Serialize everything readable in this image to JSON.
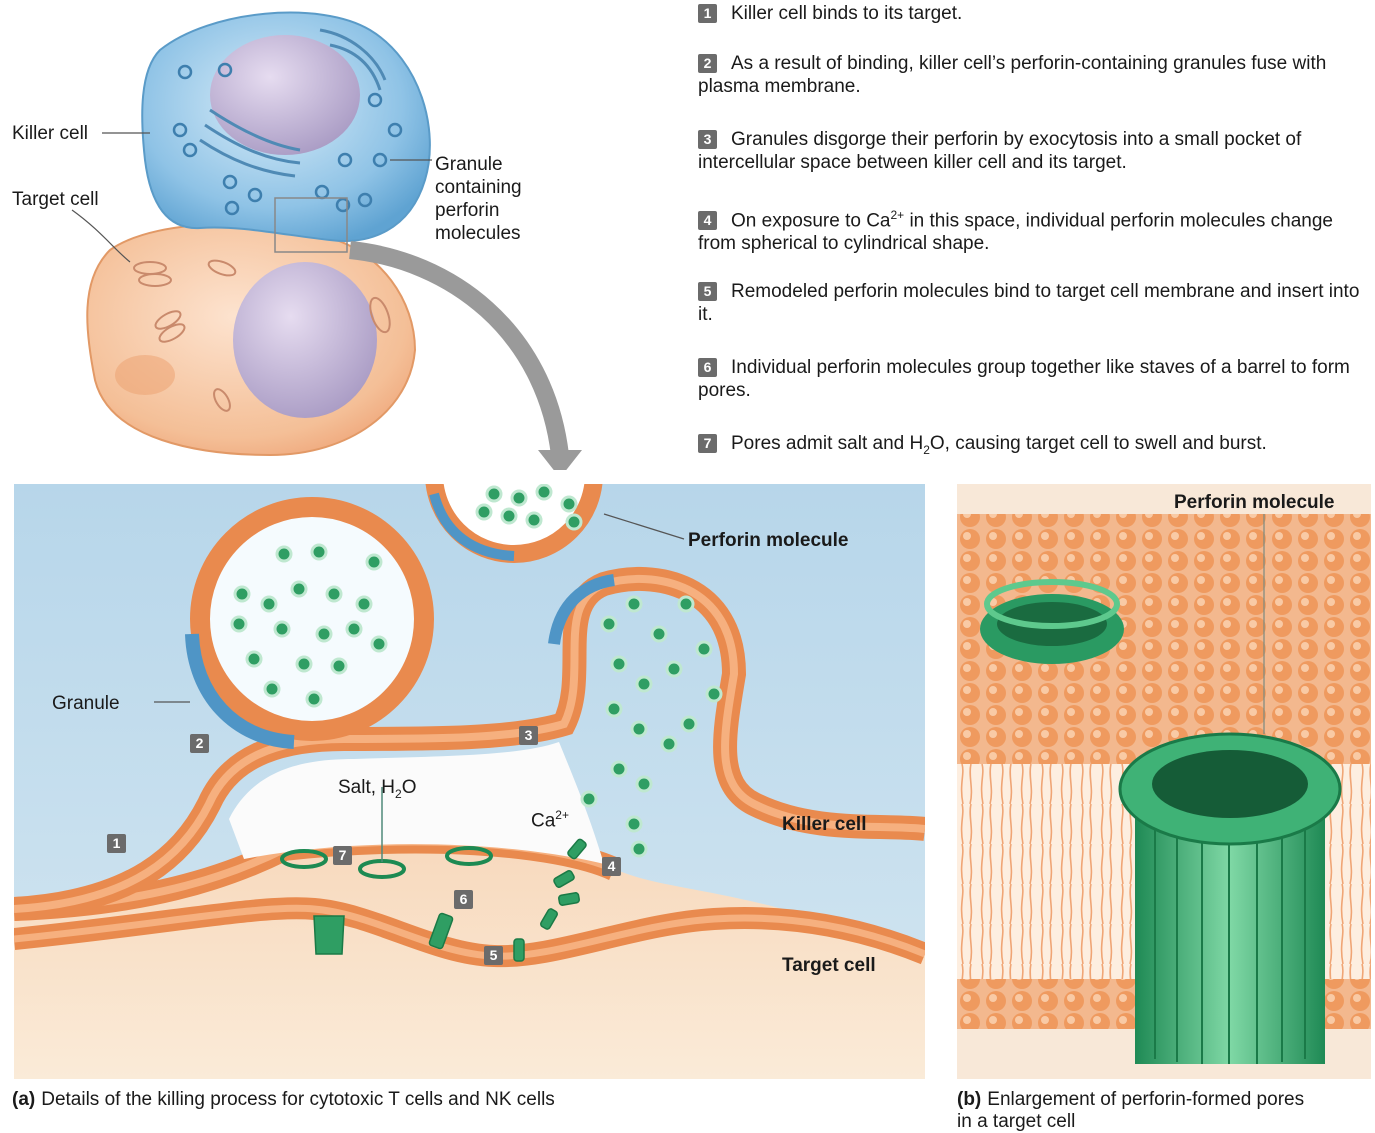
{
  "top_illustration": {
    "killer_cell_label": "Killer cell",
    "target_cell_label": "Target cell",
    "granule_label_lines": [
      "Granule",
      "containing",
      "perforin",
      "molecules"
    ]
  },
  "steps": [
    {
      "number": "1",
      "text": "Killer cell binds to its target."
    },
    {
      "number": "2",
      "text": "As a result of binding, killer cell’s perforin-containing granules fuse with plasma membrane."
    },
    {
      "number": "3",
      "text": "Granules disgorge their perforin by exocytosis into a small pocket of intercellular space between killer cell and its target."
    },
    {
      "number": "4",
      "text_before": "On exposure to Ca",
      "superscript": "2+",
      "text_after": " in this space, individual perforin molecules change from spherical to cylindrical shape."
    },
    {
      "number": "5",
      "text": "Remodeled perforin molecules bind to target cell membrane and insert into it."
    },
    {
      "number": "6",
      "text": "Individual perforin molecules group together like staves of a barrel to form pores."
    },
    {
      "number": "7",
      "text_before": "Pores admit salt and H",
      "subscript": "2",
      "text_after": "O, causing target cell to swell and burst."
    }
  ],
  "panel_a": {
    "perforin_label": "Perforin molecule",
    "granule_label": "Granule",
    "killer_cell_label": "Killer cell",
    "target_cell_label": "Target cell",
    "salt_label_prefix": "Salt, H",
    "salt_label_sub": "2",
    "salt_label_suffix": "O",
    "ca_label": "Ca",
    "ca_sup": "2+",
    "badges": [
      "1",
      "2",
      "3",
      "4",
      "5",
      "6",
      "7"
    ],
    "caption_letter": "(a)",
    "caption_text": "Details of the killing process for cytotoxic T cells and NK cells"
  },
  "panel_b": {
    "perforin_label": "Perforin molecule",
    "caption_letter": "(b)",
    "caption_text_line1": "Enlargement of perforin-formed pores",
    "caption_text_line2": "in a target cell"
  },
  "colors": {
    "killer_blue": "#8fc3e6",
    "target_orange": "#f2b58a",
    "membrane": "#f08a4b",
    "perforin_green": "#2fa86a",
    "badge_gray": "#6b6b6b",
    "sky_bg": "#c9e0ee",
    "target_bg": "#f7e0c4"
  }
}
